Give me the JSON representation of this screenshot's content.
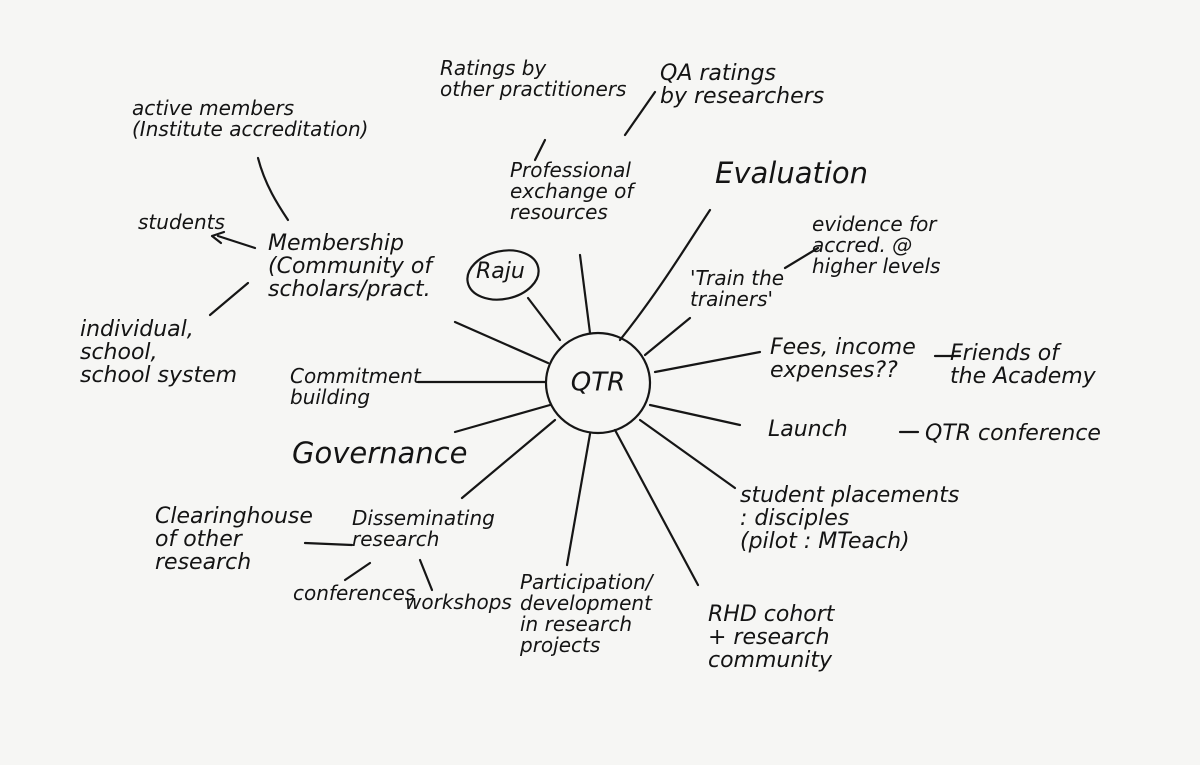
{
  "center": "QTR",
  "labels": {
    "active_members": "active members\n(Institute accreditation)",
    "ratings_practitioners": "Ratings by\nother practitioners",
    "qa_ratings": "QA ratings\nby researchers",
    "professional_exchange": "Professional\nexchange of\nresources",
    "evaluation": "Evaluation",
    "students": "students",
    "membership": "Membership\n(Community of\nscholars/pract.",
    "raju": "Raju",
    "evidence": "evidence for\naccred. @\nhigher levels",
    "train_trainers": "'Train the\ntrainers'",
    "individual": "individual,\nschool,\nschool system",
    "fees": "Fees, income\nexpenses??",
    "friends": "Friends of\nthe Academy",
    "commitment": "Commitment\nbuilding",
    "launch": "Launch",
    "qtr_conference": "QTR conference",
    "governance": "Governance",
    "student_placements": "student placements\n: disciples\n(pilot : MTeach)",
    "clearinghouse": "Clearinghouse\nof other\nresearch",
    "disseminating": "Disseminating\nresearch",
    "conferences": "conferences",
    "workshops": "workshops",
    "participation": "Participation/\ndevelopment\nin research\nprojects",
    "rhd": "RHD cohort\n+ research\ncommunity"
  }
}
